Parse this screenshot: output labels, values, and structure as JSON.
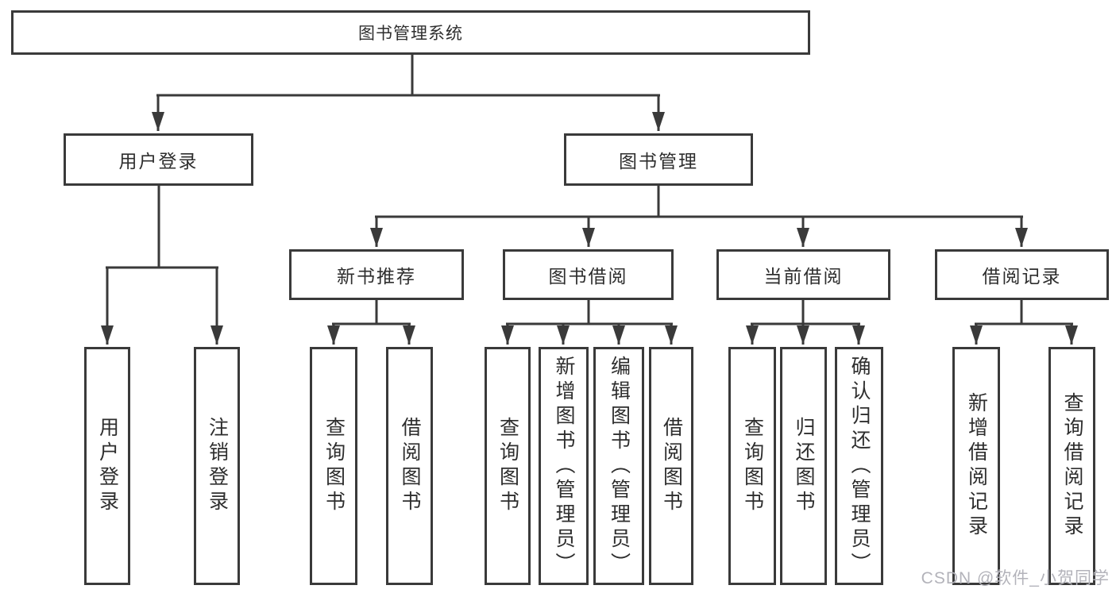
{
  "tree": {
    "root": {
      "label": "图书管理系统"
    },
    "branches": [
      {
        "label": "用户登录",
        "children": [
          {
            "label": "用户登录"
          },
          {
            "label": "注销登录"
          }
        ]
      },
      {
        "label": "图书管理",
        "children": [
          {
            "label": "新书推荐",
            "children": [
              {
                "label": "查询图书"
              },
              {
                "label": "借阅图书"
              }
            ]
          },
          {
            "label": "图书借阅",
            "children": [
              {
                "label": "查询图书"
              },
              {
                "label": "新增图书（管理员）"
              },
              {
                "label": "编辑图书（管理员）"
              },
              {
                "label": "借阅图书"
              }
            ]
          },
          {
            "label": "当前借阅",
            "children": [
              {
                "label": "查询图书"
              },
              {
                "label": "归还图书"
              },
              {
                "label": "确认归还（管理员）"
              }
            ]
          },
          {
            "label": "借阅记录",
            "children": [
              {
                "label": "新增借阅记录"
              },
              {
                "label": "查询借阅记录"
              }
            ]
          }
        ]
      }
    ]
  },
  "watermark": {
    "text": "CSDN @软件_小贺同学"
  },
  "colors": {
    "line": "#3a3a3a",
    "box_border": "#3a3a3a",
    "box_fill": "#ffffff",
    "text": "#2e2e2e",
    "watermark": "#b3b3ba"
  }
}
